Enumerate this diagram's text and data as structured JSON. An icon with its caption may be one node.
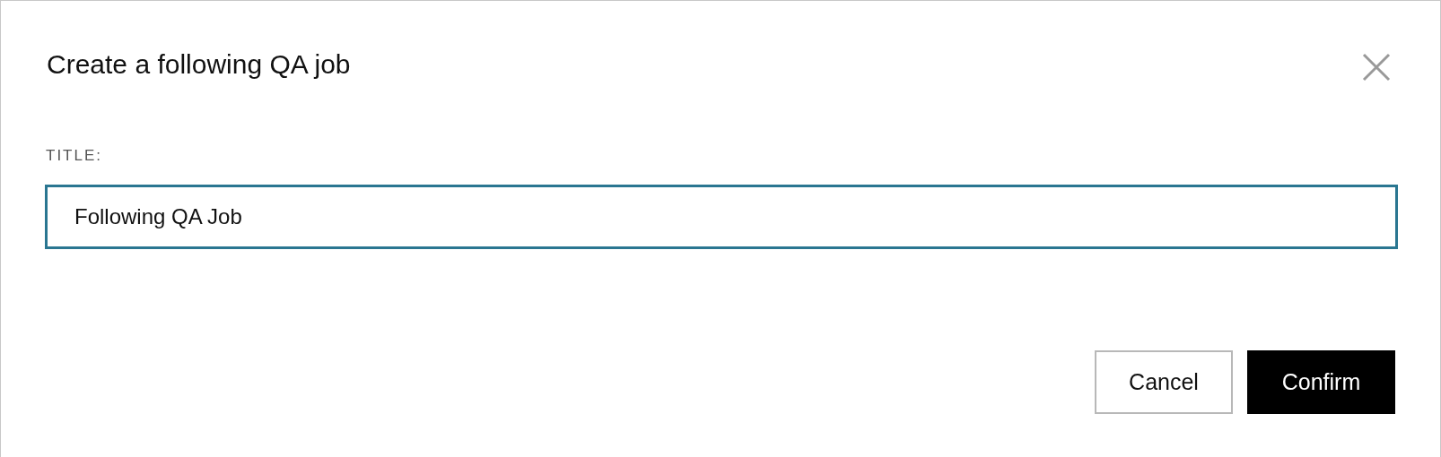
{
  "diagram": {
    "title": "Create a following QA job",
    "nodes": [
      {
        "text": [
          "Following QA Job"
        ]
      },
      {
        "text": [
          "Cancel"
        ]
      },
      {
        "text": [
          "Confirm"
        ]
      }
    ],
    "labels": [
      "TITLE:"
    ]
  }
}
